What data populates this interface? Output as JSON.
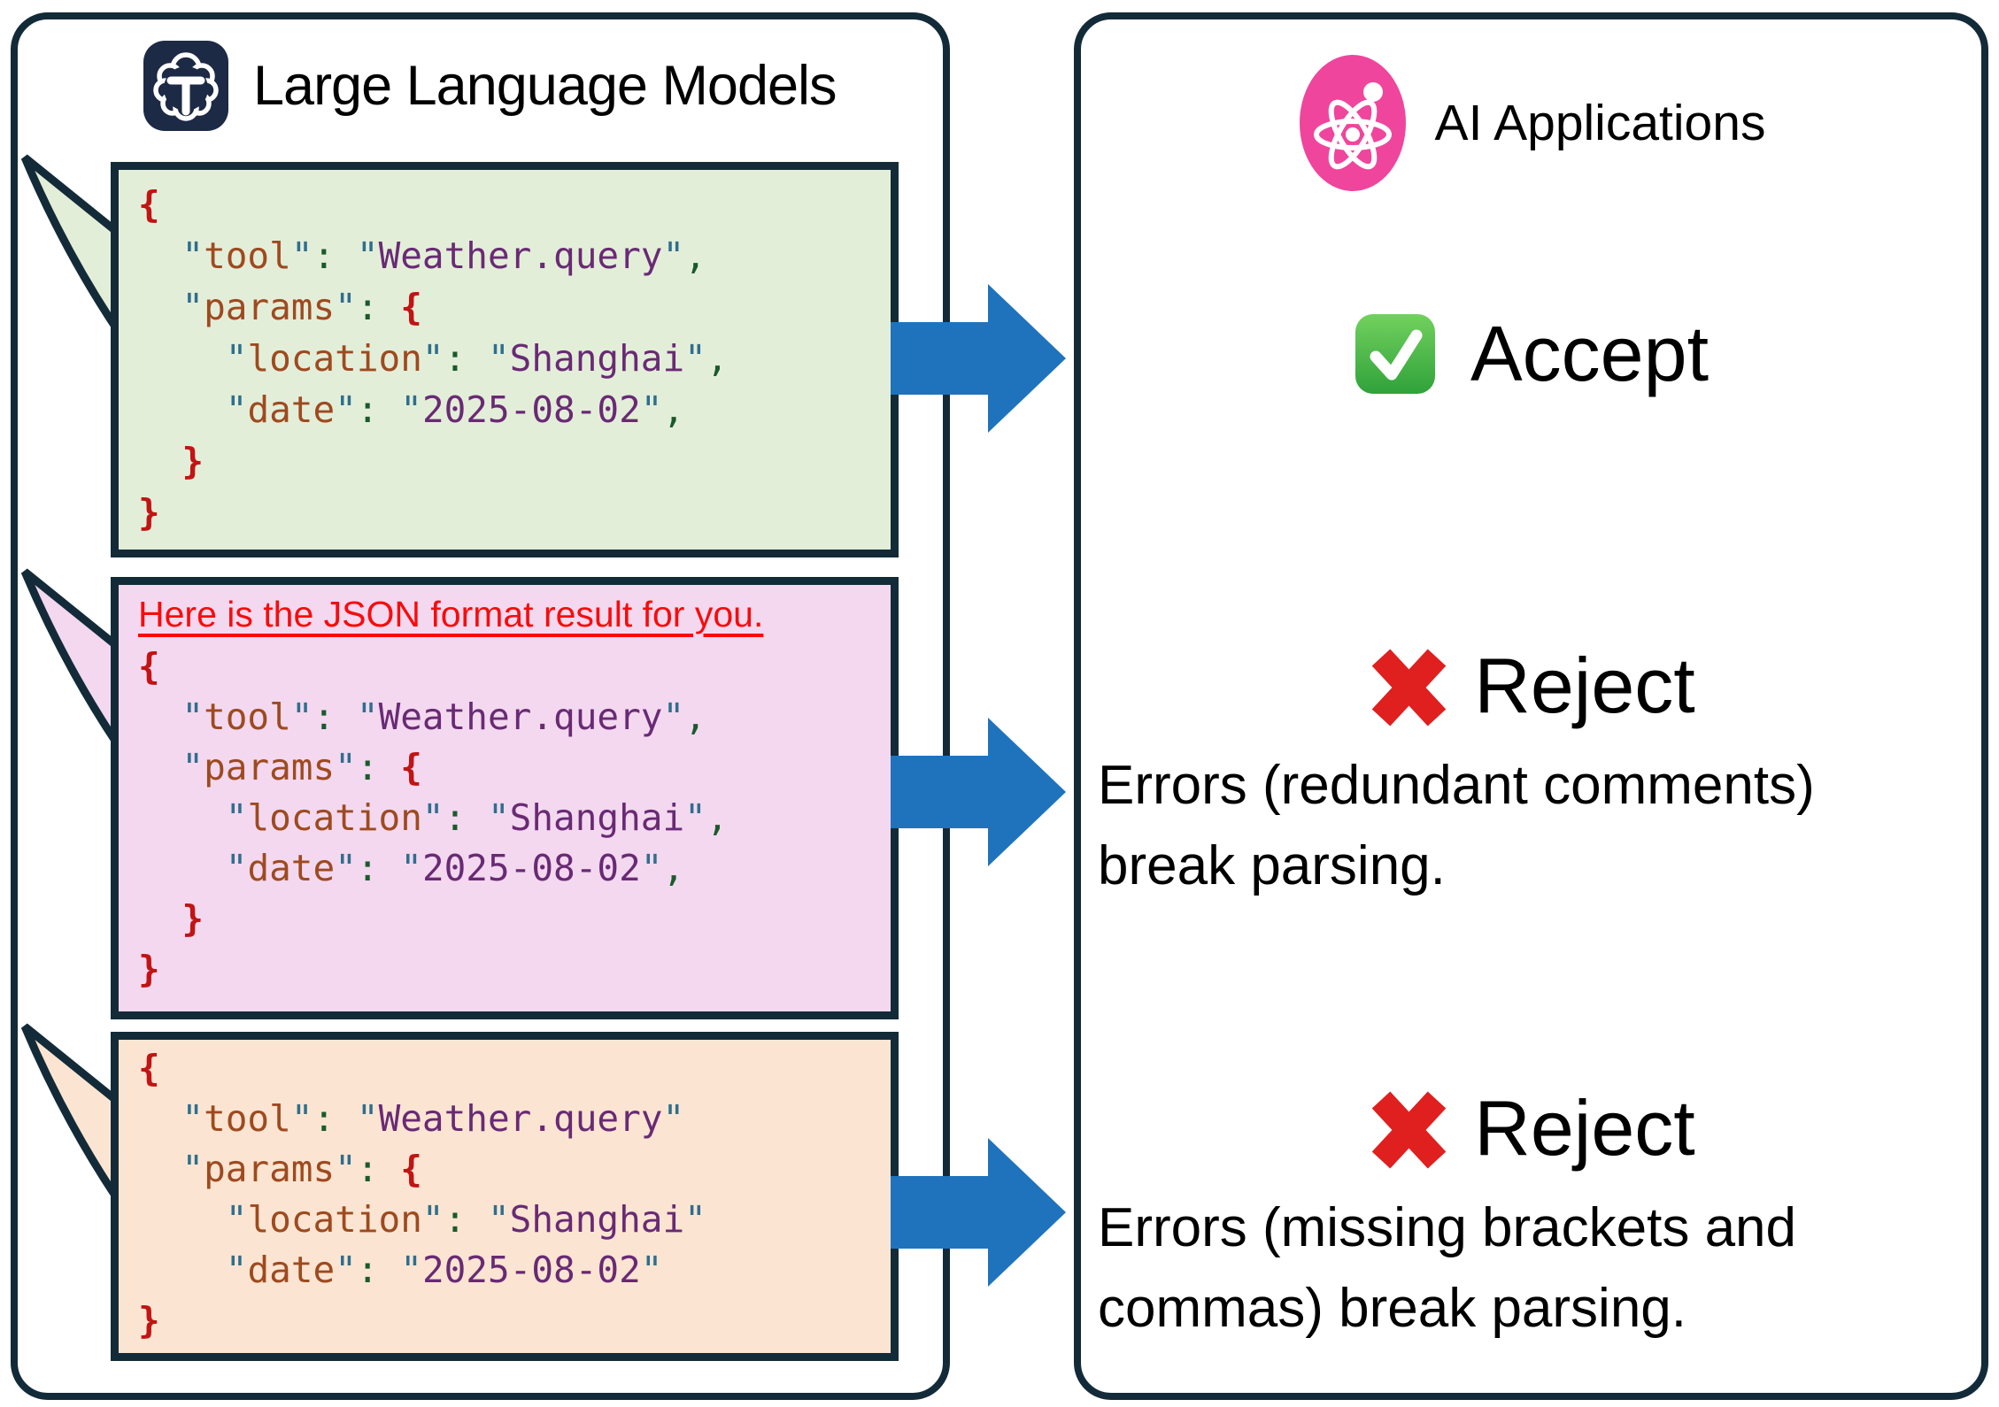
{
  "left_panel": {
    "title": "Large Language Models",
    "icon": "llm-cloud-t-icon",
    "bubbles": [
      {
        "name": "valid-json-bubble",
        "bg": "#E3EED9",
        "comment": null,
        "lines": [
          [
            [
              "br",
              "{"
            ]
          ],
          [
            [
              "t",
              "  "
            ],
            [
              "q",
              "\""
            ],
            [
              "k",
              "tool"
            ],
            [
              "q",
              "\""
            ],
            [
              "pc",
              ":"
            ],
            [
              "t",
              " "
            ],
            [
              "q",
              "\""
            ],
            [
              "v",
              "Weather.query"
            ],
            [
              "q",
              "\""
            ],
            [
              "pc",
              ","
            ]
          ],
          [
            [
              "t",
              "  "
            ],
            [
              "q",
              "\""
            ],
            [
              "k",
              "params"
            ],
            [
              "q",
              "\""
            ],
            [
              "pc",
              ":"
            ],
            [
              "t",
              " "
            ],
            [
              "br",
              "{"
            ]
          ],
          [
            [
              "t",
              "    "
            ],
            [
              "q",
              "\""
            ],
            [
              "k",
              "location"
            ],
            [
              "q",
              "\""
            ],
            [
              "pc",
              ":"
            ],
            [
              "t",
              " "
            ],
            [
              "q",
              "\""
            ],
            [
              "v",
              "Shanghai"
            ],
            [
              "q",
              "\""
            ],
            [
              "pc",
              ","
            ]
          ],
          [
            [
              "t",
              "    "
            ],
            [
              "q",
              "\""
            ],
            [
              "k",
              "date"
            ],
            [
              "q",
              "\""
            ],
            [
              "pc",
              ":"
            ],
            [
              "t",
              " "
            ],
            [
              "q",
              "\""
            ],
            [
              "v",
              "2025-08-02"
            ],
            [
              "q",
              "\""
            ],
            [
              "pc",
              ","
            ]
          ],
          [
            [
              "t",
              "  "
            ],
            [
              "br",
              "}"
            ]
          ],
          [
            [
              "br",
              "}"
            ]
          ]
        ]
      },
      {
        "name": "commented-json-bubble",
        "bg": "#F3D8F0",
        "comment": "Here is the JSON format result for you.",
        "lines": [
          [
            [
              "br",
              "{"
            ]
          ],
          [
            [
              "t",
              "  "
            ],
            [
              "q",
              "\""
            ],
            [
              "k",
              "tool"
            ],
            [
              "q",
              "\""
            ],
            [
              "pc",
              ":"
            ],
            [
              "t",
              " "
            ],
            [
              "q",
              "\""
            ],
            [
              "v",
              "Weather.query"
            ],
            [
              "q",
              "\""
            ],
            [
              "pc",
              ","
            ]
          ],
          [
            [
              "t",
              "  "
            ],
            [
              "q",
              "\""
            ],
            [
              "k",
              "params"
            ],
            [
              "q",
              "\""
            ],
            [
              "pc",
              ":"
            ],
            [
              "t",
              " "
            ],
            [
              "br",
              "{"
            ]
          ],
          [
            [
              "t",
              "    "
            ],
            [
              "q",
              "\""
            ],
            [
              "k",
              "location"
            ],
            [
              "q",
              "\""
            ],
            [
              "pc",
              ":"
            ],
            [
              "t",
              " "
            ],
            [
              "q",
              "\""
            ],
            [
              "v",
              "Shanghai"
            ],
            [
              "q",
              "\""
            ],
            [
              "pc",
              ","
            ]
          ],
          [
            [
              "t",
              "    "
            ],
            [
              "q",
              "\""
            ],
            [
              "k",
              "date"
            ],
            [
              "q",
              "\""
            ],
            [
              "pc",
              ":"
            ],
            [
              "t",
              " "
            ],
            [
              "q",
              "\""
            ],
            [
              "v",
              "2025-08-02"
            ],
            [
              "q",
              "\""
            ],
            [
              "pc",
              ","
            ]
          ],
          [
            [
              "t",
              "  "
            ],
            [
              "br",
              "}"
            ]
          ],
          [
            [
              "br",
              "}"
            ]
          ]
        ]
      },
      {
        "name": "broken-json-bubble",
        "bg": "#FBE5D2",
        "comment": null,
        "lines": [
          [
            [
              "br",
              "{"
            ]
          ],
          [
            [
              "t",
              "  "
            ],
            [
              "q",
              "\""
            ],
            [
              "k",
              "tool"
            ],
            [
              "q",
              "\""
            ],
            [
              "pc",
              ":"
            ],
            [
              "t",
              " "
            ],
            [
              "q",
              "\""
            ],
            [
              "v",
              "Weather.query"
            ],
            [
              "q",
              "\""
            ]
          ],
          [
            [
              "t",
              "  "
            ],
            [
              "q",
              "\""
            ],
            [
              "k",
              "params"
            ],
            [
              "q",
              "\""
            ],
            [
              "pc",
              ":"
            ],
            [
              "t",
              " "
            ],
            [
              "br",
              "{"
            ]
          ],
          [
            [
              "t",
              "    "
            ],
            [
              "q",
              "\""
            ],
            [
              "k",
              "location"
            ],
            [
              "q",
              "\""
            ],
            [
              "pc",
              ":"
            ],
            [
              "t",
              " "
            ],
            [
              "q",
              "\""
            ],
            [
              "v",
              "Shanghai"
            ],
            [
              "q",
              "\""
            ]
          ],
          [
            [
              "t",
              "    "
            ],
            [
              "q",
              "\""
            ],
            [
              "k",
              "date"
            ],
            [
              "q",
              "\""
            ],
            [
              "pc",
              ":"
            ],
            [
              "t",
              " "
            ],
            [
              "q",
              "\""
            ],
            [
              "v",
              "2025-08-02"
            ],
            [
              "q",
              "\""
            ]
          ],
          [
            [
              "br",
              "}"
            ]
          ]
        ]
      }
    ]
  },
  "right_panel": {
    "title": "AI Applications",
    "icon": "atom-icon",
    "rows": [
      {
        "icon": "check-icon",
        "label": "Accept",
        "body": []
      },
      {
        "icon": "cross-icon",
        "label": "Reject",
        "body": [
          "Errors (redundant comments)",
          "break parsing."
        ]
      },
      {
        "icon": "cross-icon",
        "label": "Reject",
        "body": [
          "Errors (missing brackets and",
          "commas) break parsing."
        ]
      }
    ]
  },
  "colors": {
    "navy_border": "#132B38",
    "arrow_blue": "#1F73BC",
    "red_text": "#F90B0B",
    "atom_pink": "#F0459C",
    "check_green_top": "#72D15E",
    "check_green_bottom": "#2FA23A",
    "cross_red": "#E01F1F",
    "llm_icon_navy": "#1D2A46",
    "code_brace": "#C11414",
    "code_key": "#9E4A1F",
    "code_quote": "#2F6E8C",
    "code_punct": "#1A5A2A",
    "code_value": "#692A74"
  }
}
